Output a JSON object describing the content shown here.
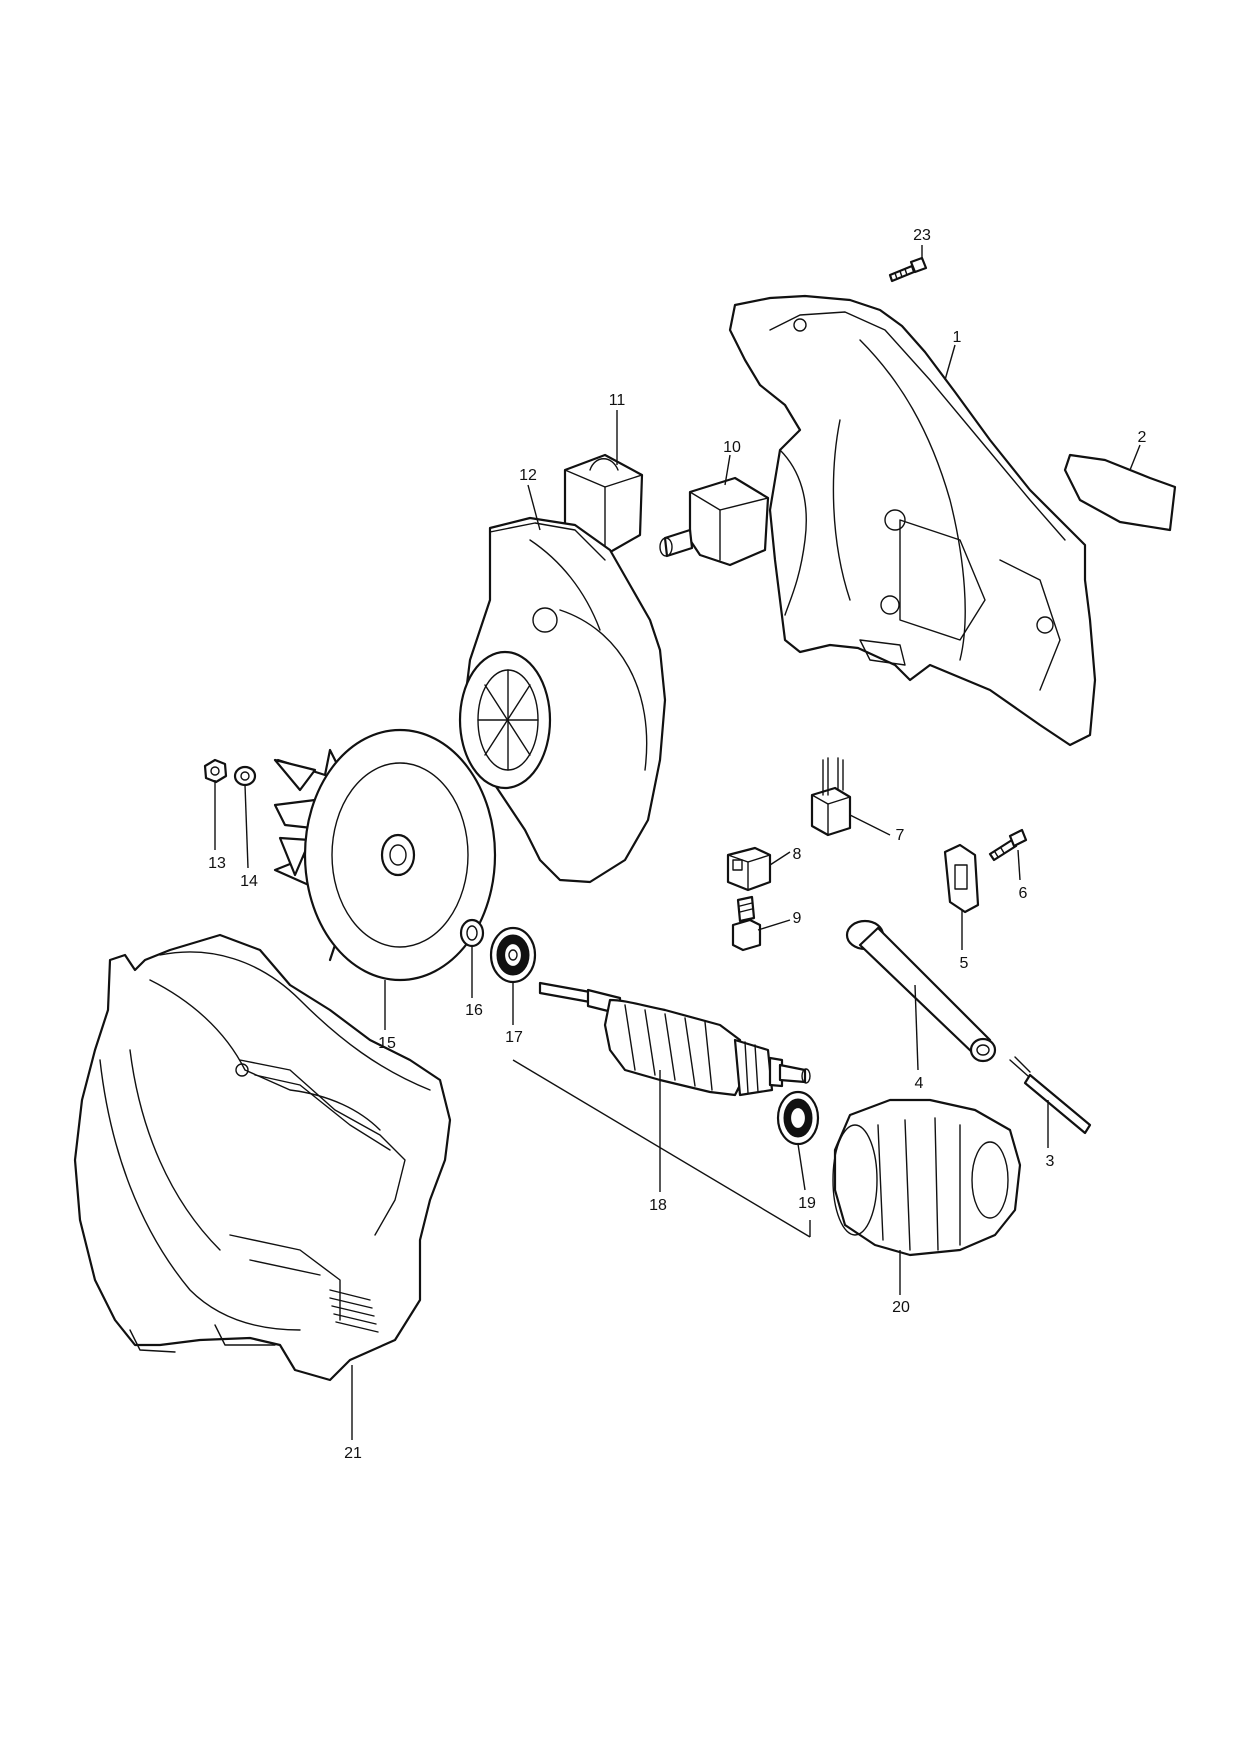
{
  "callouts": {
    "p1": "1",
    "p2": "2",
    "p3": "3",
    "p4": "4",
    "p5": "5",
    "p6": "6",
    "p7": "7",
    "p8": "8",
    "p9": "9",
    "p10": "10",
    "p11": "11",
    "p12": "12",
    "p13": "13",
    "p14": "14",
    "p15": "15",
    "p16": "16",
    "p17": "17",
    "p18": "18",
    "p19": "19",
    "p20": "20",
    "p21": "21",
    "p23": "23"
  }
}
